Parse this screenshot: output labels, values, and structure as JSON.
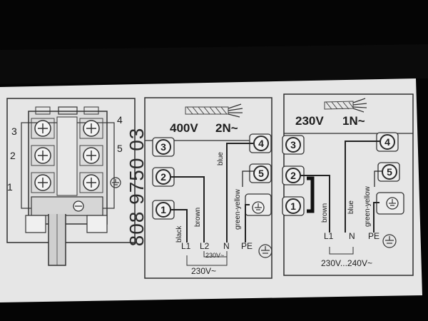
{
  "part_number": "808 9750 03",
  "terminal_block": {
    "left_numbers": [
      "3",
      "2",
      "1"
    ],
    "right_numbers": [
      "4",
      "5"
    ]
  },
  "panel_400v": {
    "voltage": "400V",
    "supply": "2N~",
    "terminals": [
      "3",
      "2",
      "1",
      "4",
      "5"
    ],
    "wire_labels": {
      "black": "black",
      "brown": "brown",
      "blue": "blue",
      "green_yellow": "green-yellow"
    },
    "conductors": [
      "L1",
      "L2",
      "N",
      "PE"
    ],
    "between_phases": "230V~",
    "phase_to_neutral": "230V~"
  },
  "panel_230v": {
    "voltage": "230V",
    "supply": "1N~",
    "terminals": [
      "3",
      "2",
      "1",
      "4",
      "5"
    ],
    "wire_labels": {
      "brown": "brown",
      "blue": "blue",
      "green_yellow": "green-yellow"
    },
    "conductors": [
      "L1",
      "N",
      "PE"
    ],
    "range": "230V...240V~"
  },
  "colors": {
    "background": "#050505",
    "label": "#e6e6e6",
    "ink": "#2a2a2a",
    "bridge": "#111111"
  },
  "icons": [
    "earth-ground-icon",
    "cable-braid-icon",
    "screw-terminal-icon"
  ]
}
